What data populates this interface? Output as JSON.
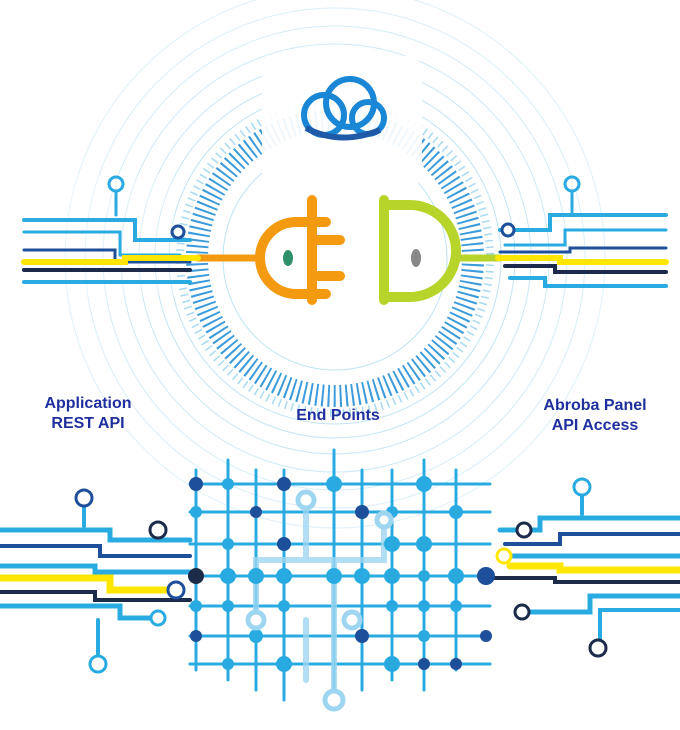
{
  "labels": {
    "left_line1": "Application",
    "left_line2": "REST API",
    "center": "End Points",
    "right_line1": "Abroba Panel",
    "right_line2": "API Access"
  },
  "icons": {
    "cloud": "cloud-logo-icon",
    "plug_left": "plug-socket-icon",
    "plug_right": "plug-icon"
  },
  "colors": {
    "label_text": "#1f2f9e",
    "plug_orange": "#f39a11",
    "plug_green": "#b7d42b",
    "circuit_light": "#29abe2",
    "circuit_dark": "#1e4f9a",
    "circuit_yellow": "#ffe600"
  }
}
